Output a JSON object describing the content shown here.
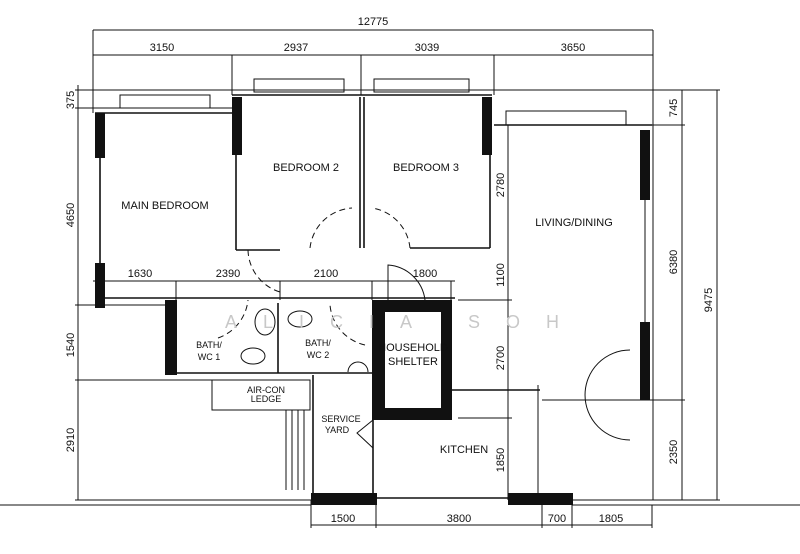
{
  "title": "Floor plan",
  "colors": {
    "line": "#111111",
    "watermark": "#c8c8c8",
    "background": "#ffffff"
  },
  "watermark": "ALICIA SOH",
  "rooms": {
    "main_bedroom": "MAIN BEDROOM",
    "bedroom2": "BEDROOM 2",
    "bedroom3": "BEDROOM 3",
    "living_dining": "LIVING/DINING",
    "bath1_l1": "BATH/",
    "bath1_l2": "WC 1",
    "bath2_l1": "BATH/",
    "bath2_l2": "WC 2",
    "shelter_l1": "HOUSEHOLD",
    "shelter_l2": "SHELTER",
    "aircon_l1": "AIR-CON",
    "aircon_l2": "LEDGE",
    "yard_l1": "SERVICE",
    "yard_l2": "YARD",
    "kitchen": "KITCHEN"
  },
  "dimensions": {
    "top_total": "12775",
    "top": [
      "3150",
      "2937",
      "3039",
      "3650"
    ],
    "left": [
      "375",
      "4650",
      "1540",
      "2910"
    ],
    "right_inner": [
      "745",
      "6380",
      "2350"
    ],
    "right_total": "9475",
    "middle_row": [
      "1630",
      "2390",
      "2100",
      "1800"
    ],
    "middle_col": [
      "2780",
      "1100",
      "2700",
      "1850"
    ],
    "bottom": [
      "1500",
      "3800",
      "700",
      "1805"
    ]
  }
}
